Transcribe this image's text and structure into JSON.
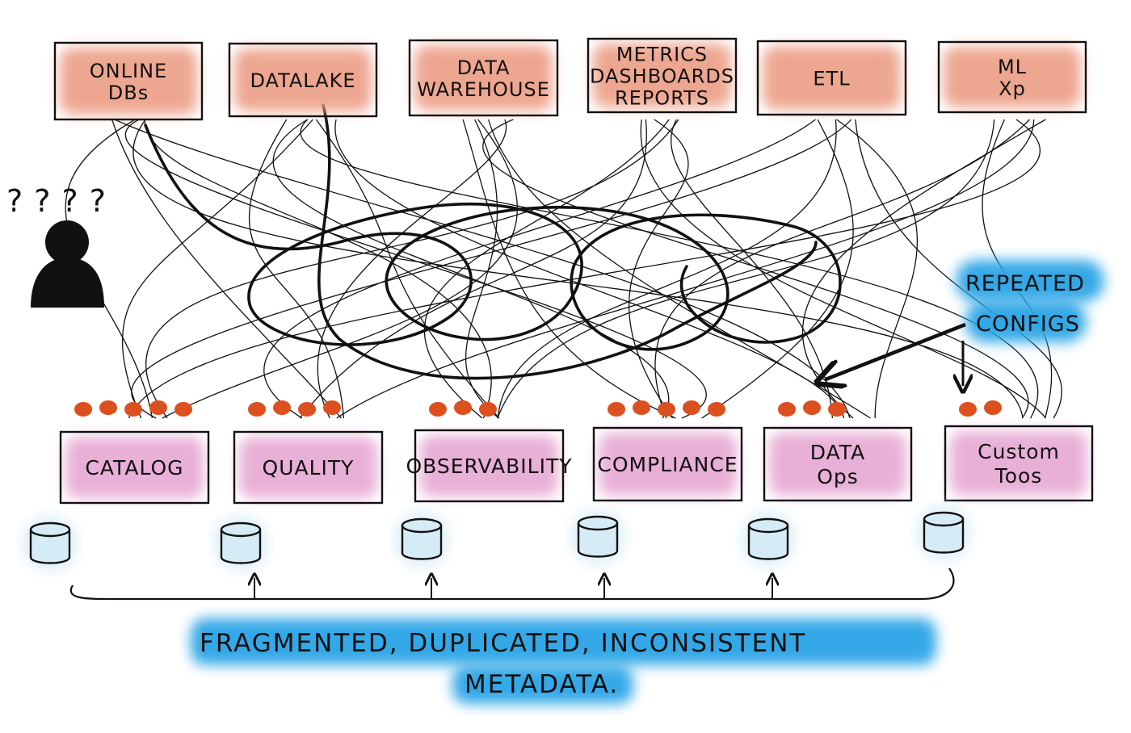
{
  "colors": {
    "source_fill": "#ec9d84",
    "tool_fill": "#e6a7d3",
    "dot": "#dc501f",
    "db_fill": "#d5ebf6",
    "highlight": "#2aa4e6",
    "ink": "#111111"
  },
  "sources": [
    {
      "name": "source-online-dbs",
      "lines": [
        "ONLINE",
        "DBs"
      ]
    },
    {
      "name": "source-datalake",
      "lines": [
        "DATALAKE"
      ]
    },
    {
      "name": "source-data-warehouse",
      "lines": [
        "DATA",
        "WAREHOUSE"
      ]
    },
    {
      "name": "source-metrics-dashboards-reports",
      "lines": [
        "METRICS",
        "DASHBOARDS",
        "REPORTS"
      ]
    },
    {
      "name": "source-etl",
      "lines": [
        "ETL"
      ]
    },
    {
      "name": "source-ml-xp",
      "lines": [
        "ML",
        "Xp"
      ]
    }
  ],
  "tools": [
    {
      "name": "tool-catalog",
      "lines": [
        "CATALOG"
      ],
      "dot_count": 5
    },
    {
      "name": "tool-quality",
      "lines": [
        "QUALITY"
      ],
      "dot_count": 4
    },
    {
      "name": "tool-observability",
      "lines": [
        "OBSERVABILITY"
      ],
      "dot_count": 3
    },
    {
      "name": "tool-compliance",
      "lines": [
        "COMPLIANCE"
      ],
      "dot_count": 5
    },
    {
      "name": "tool-data-ops",
      "lines": [
        "DATA",
        "Ops"
      ],
      "dot_count": 3
    },
    {
      "name": "tool-custom-tools",
      "lines": [
        "Custom",
        "Toos"
      ],
      "dot_count": 2
    }
  ],
  "person": {
    "question_marks": "? ? ? ?"
  },
  "callout": {
    "lines": [
      "REPEATED",
      "CONFIGS"
    ]
  },
  "caption": {
    "line1": "FRAGMENTED, DUPLICATED, INCONSISTENT",
    "line2": "METADATA."
  },
  "icons": {
    "person": "confused-person-icon",
    "database": "database-cylinder-icon",
    "arrow": "up-arrow-icon"
  }
}
